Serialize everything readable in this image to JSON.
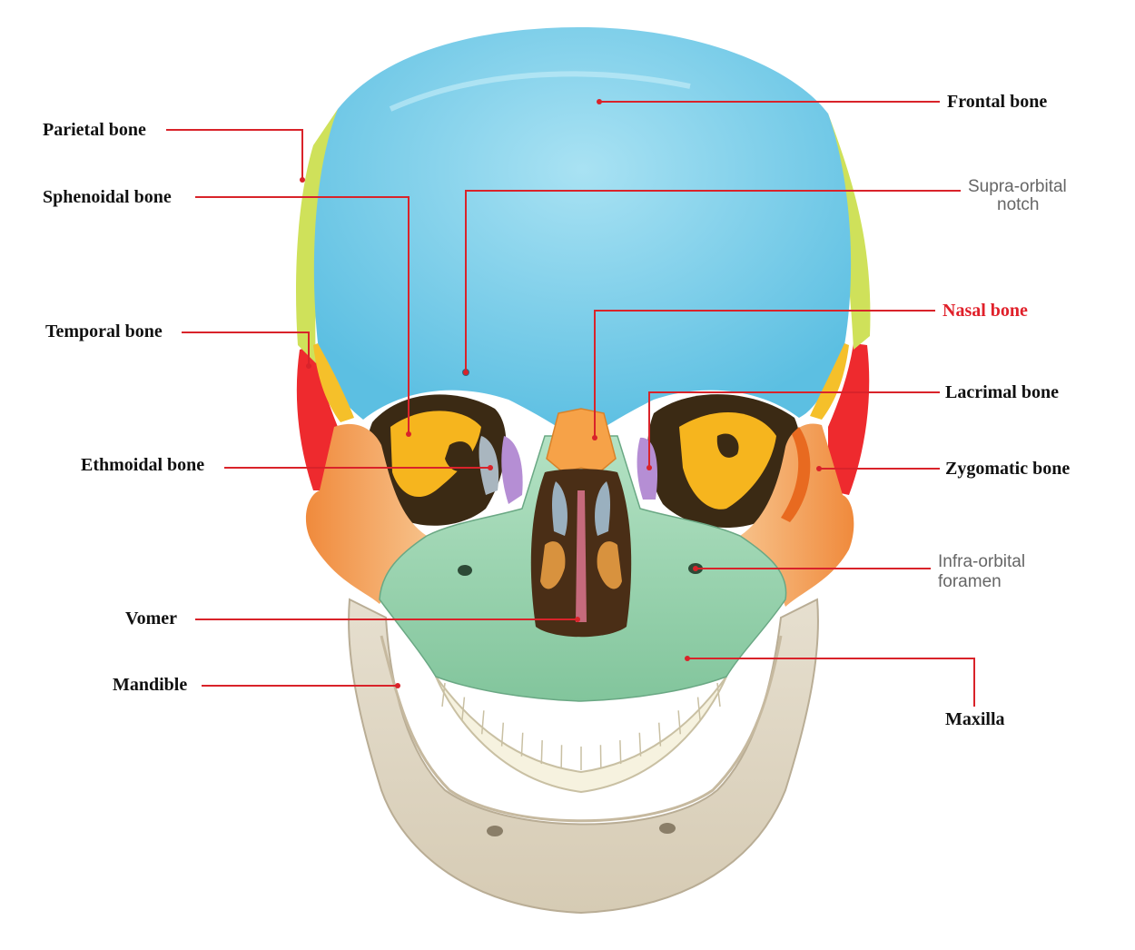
{
  "labels": {
    "frontal": "Frontal bone",
    "supraorbital_1": "Supra-orbital",
    "supraorbital_2": "notch",
    "nasal": "Nasal bone",
    "lacrimal": "Lacrimal bone",
    "zygomatic": "Zygomatic bone",
    "infraorbital_1": "Infra-orbital",
    "infraorbital_2": "foramen",
    "maxilla": "Maxilla",
    "parietal": "Parietal bone",
    "sphenoidal": "Sphenoidal bone",
    "temporal": "Temporal bone",
    "ethmoidal": "Ethmoidal bone",
    "vomer": "Vomer",
    "mandible": "Mandible"
  },
  "colors": {
    "frontal": "#7fd0ea",
    "parietal": "#cde05a",
    "temporal": "#f0252c",
    "sphenoid": "#f5b722",
    "zygomatic": "#f59a5a",
    "maxilla": "#9fd6b4",
    "nasal": "#f6a248",
    "ethmoid": "#b891d6",
    "mandible": "#e8e0cf",
    "teeth": "#f4f0dc",
    "leader": "#d9232a",
    "highlight_label": "#e0202a"
  }
}
